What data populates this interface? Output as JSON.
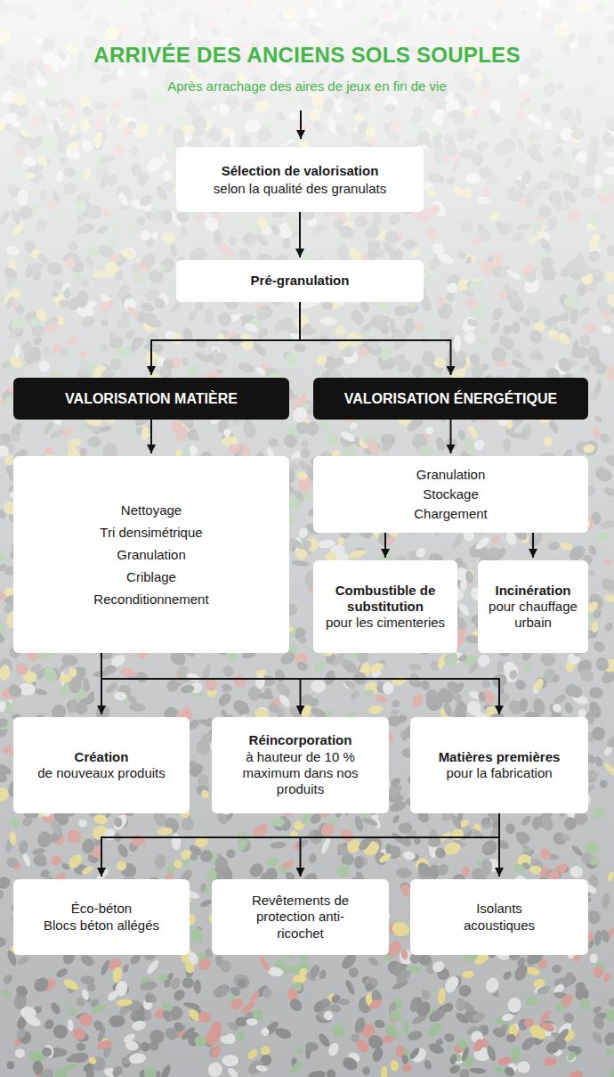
{
  "diagram": {
    "title": "ARRIVÉE DES ANCIENS SOLS SOUPLES",
    "nodes": [
      {
        "text": [
          "Sélection de valorisation",
          "selon la qualité des granulats"
        ]
      },
      {
        "text": [
          "Pré-granulation"
        ]
      },
      {
        "text": [
          "VALORISATION MATIÈRE"
        ]
      },
      {
        "text": [
          "VALORISATION ÉNERGÉTIQUE"
        ]
      },
      {
        "text": [
          "Nettoyage",
          "Tri densimétrique",
          "Granulation",
          "Criblage",
          "Reconditionnement"
        ]
      },
      {
        "text": [
          "Granulation",
          "Stockage",
          "Chargement"
        ]
      },
      {
        "text": [
          "Combustible de substitution",
          "pour les cimenteries"
        ]
      },
      {
        "text": [
          "Incinération",
          "pour chauffage urbain"
        ]
      },
      {
        "text": [
          "Création",
          "de nouveaux produits"
        ]
      },
      {
        "text": [
          "Réincorporation",
          "à hauteur de 10 % maximum dans nos produits"
        ]
      },
      {
        "text": [
          "Matières premières",
          "pour la fabrication"
        ]
      },
      {
        "text": [
          "Éco-béton",
          "Blocs béton allégés"
        ]
      },
      {
        "text": [
          "Revêtements de protection anti-ricochet"
        ]
      },
      {
        "text": [
          "Isolants acoustiques"
        ]
      }
    ],
    "edges": [
      {
        "from": 0,
        "to": 1,
        "arrow": "to"
      },
      {
        "from": 1,
        "to": 2,
        "arrow": "to"
      },
      {
        "from": 1,
        "to": 3,
        "arrow": "to"
      },
      {
        "from": 2,
        "to": 4,
        "arrow": "to"
      },
      {
        "from": 3,
        "to": 5,
        "arrow": "to"
      },
      {
        "from": 5,
        "to": 6,
        "arrow": "to"
      },
      {
        "from": 5,
        "to": 7,
        "arrow": "to"
      },
      {
        "from": 4,
        "to": 8,
        "arrow": "to"
      },
      {
        "from": 4,
        "to": 9,
        "arrow": "to"
      },
      {
        "from": 4,
        "to": 10,
        "arrow": "to"
      },
      {
        "from": 10,
        "to": 11,
        "arrow": "to"
      },
      {
        "from": 10,
        "to": 12,
        "arrow": "to"
      },
      {
        "from": 10,
        "to": 13,
        "arrow": "to"
      }
    ],
    "labels": [
      "Après arrachage des aires de jeux en fin de vie"
    ]
  }
}
